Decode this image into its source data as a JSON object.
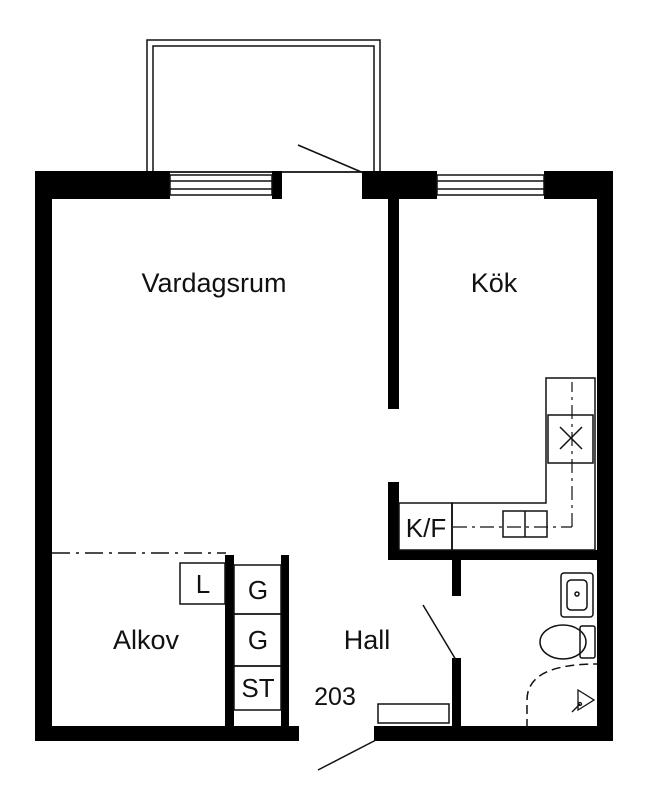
{
  "rooms": {
    "vardagsrum": "Vardagsrum",
    "kok": "Kök",
    "alkov": "Alkov",
    "hall": "Hall"
  },
  "apartment_number": "203",
  "fixtures": {
    "fridge_freezer": "K/F",
    "laundry": "L",
    "wardrobe_1": "G",
    "wardrobe_2": "G",
    "storage": "ST"
  },
  "colors": {
    "wall": "#000000",
    "line": "#111111",
    "background": "#ffffff"
  }
}
